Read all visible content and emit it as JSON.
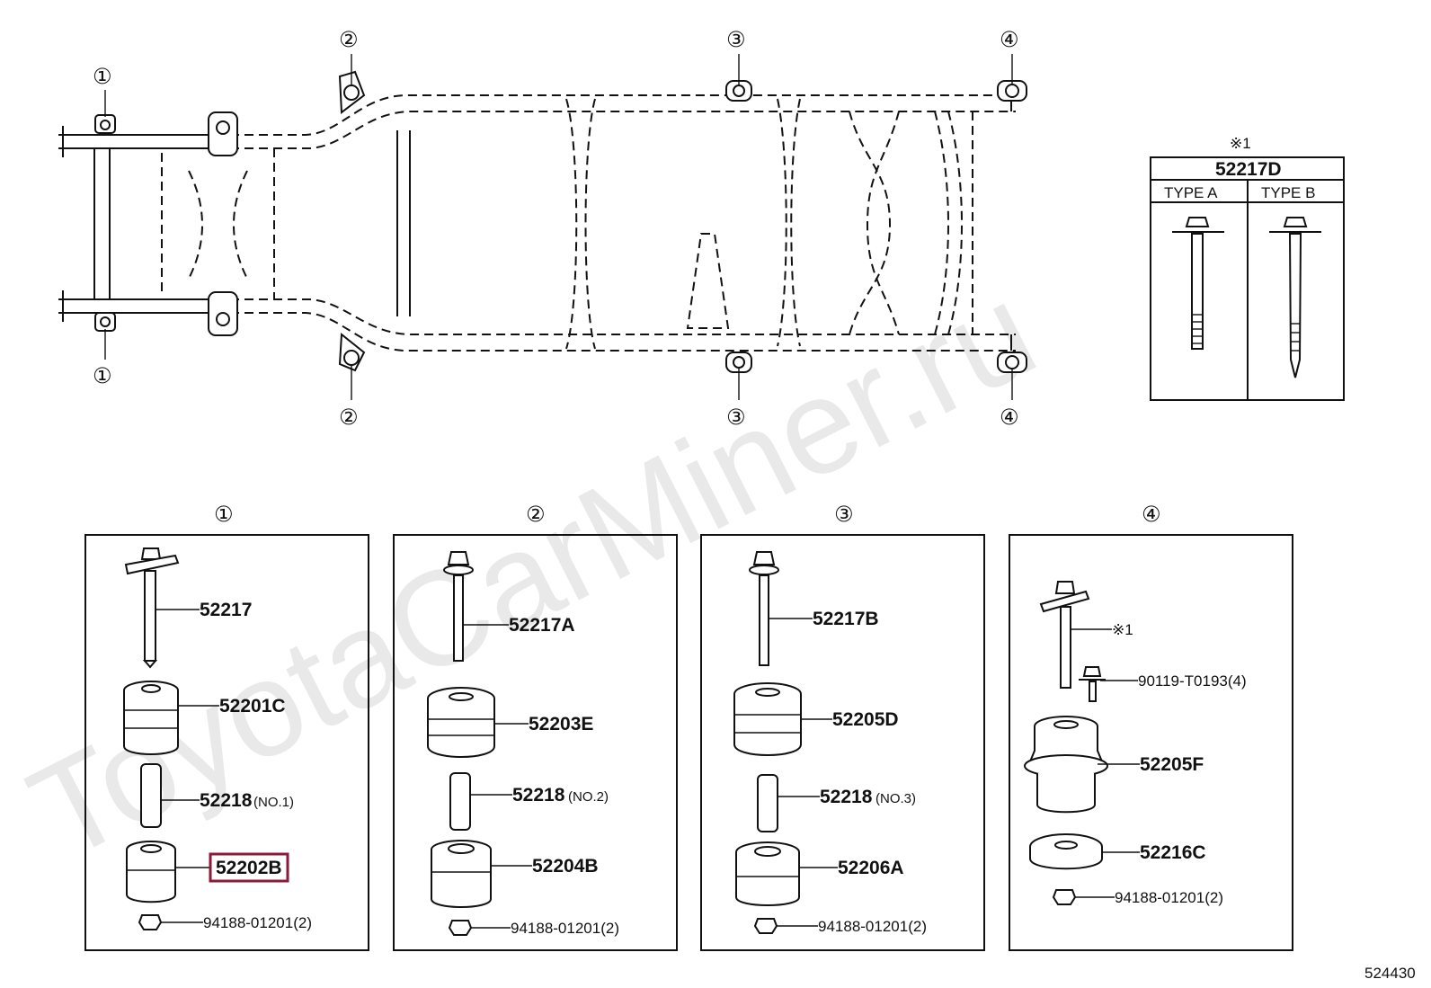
{
  "watermark": "ToyotaCarMiner.ru",
  "frame_markers": {
    "one": "①",
    "two": "②",
    "three": "③",
    "four": "④"
  },
  "legend": {
    "note_mark": "※1",
    "part": "52217D",
    "type_a": "TYPE A",
    "type_b": "TYPE B"
  },
  "panels": [
    {
      "heading": "①",
      "parts": [
        "52217",
        "52201C",
        "52218",
        "(NO.1)",
        "52202B",
        "94188-01201(2)"
      ]
    },
    {
      "heading": "②",
      "parts": [
        "52217A",
        "52203E",
        "52218",
        "(NO.2)",
        "52204B",
        "94188-01201(2)"
      ]
    },
    {
      "heading": "③",
      "parts": [
        "52217B",
        "52205D",
        "52218",
        "(NO.3)",
        "52206A",
        "94188-01201(2)"
      ]
    },
    {
      "heading": "④",
      "parts": [
        "※1",
        "90119-T0193(4)",
        "52205F",
        "52216C",
        "94188-01201(2)"
      ]
    }
  ],
  "highlighted_part": "52202B",
  "diagram_code": "524430",
  "colors": {
    "highlight": "#8b1a3a",
    "line": "#111111",
    "watermark": "#e9e9e9"
  }
}
